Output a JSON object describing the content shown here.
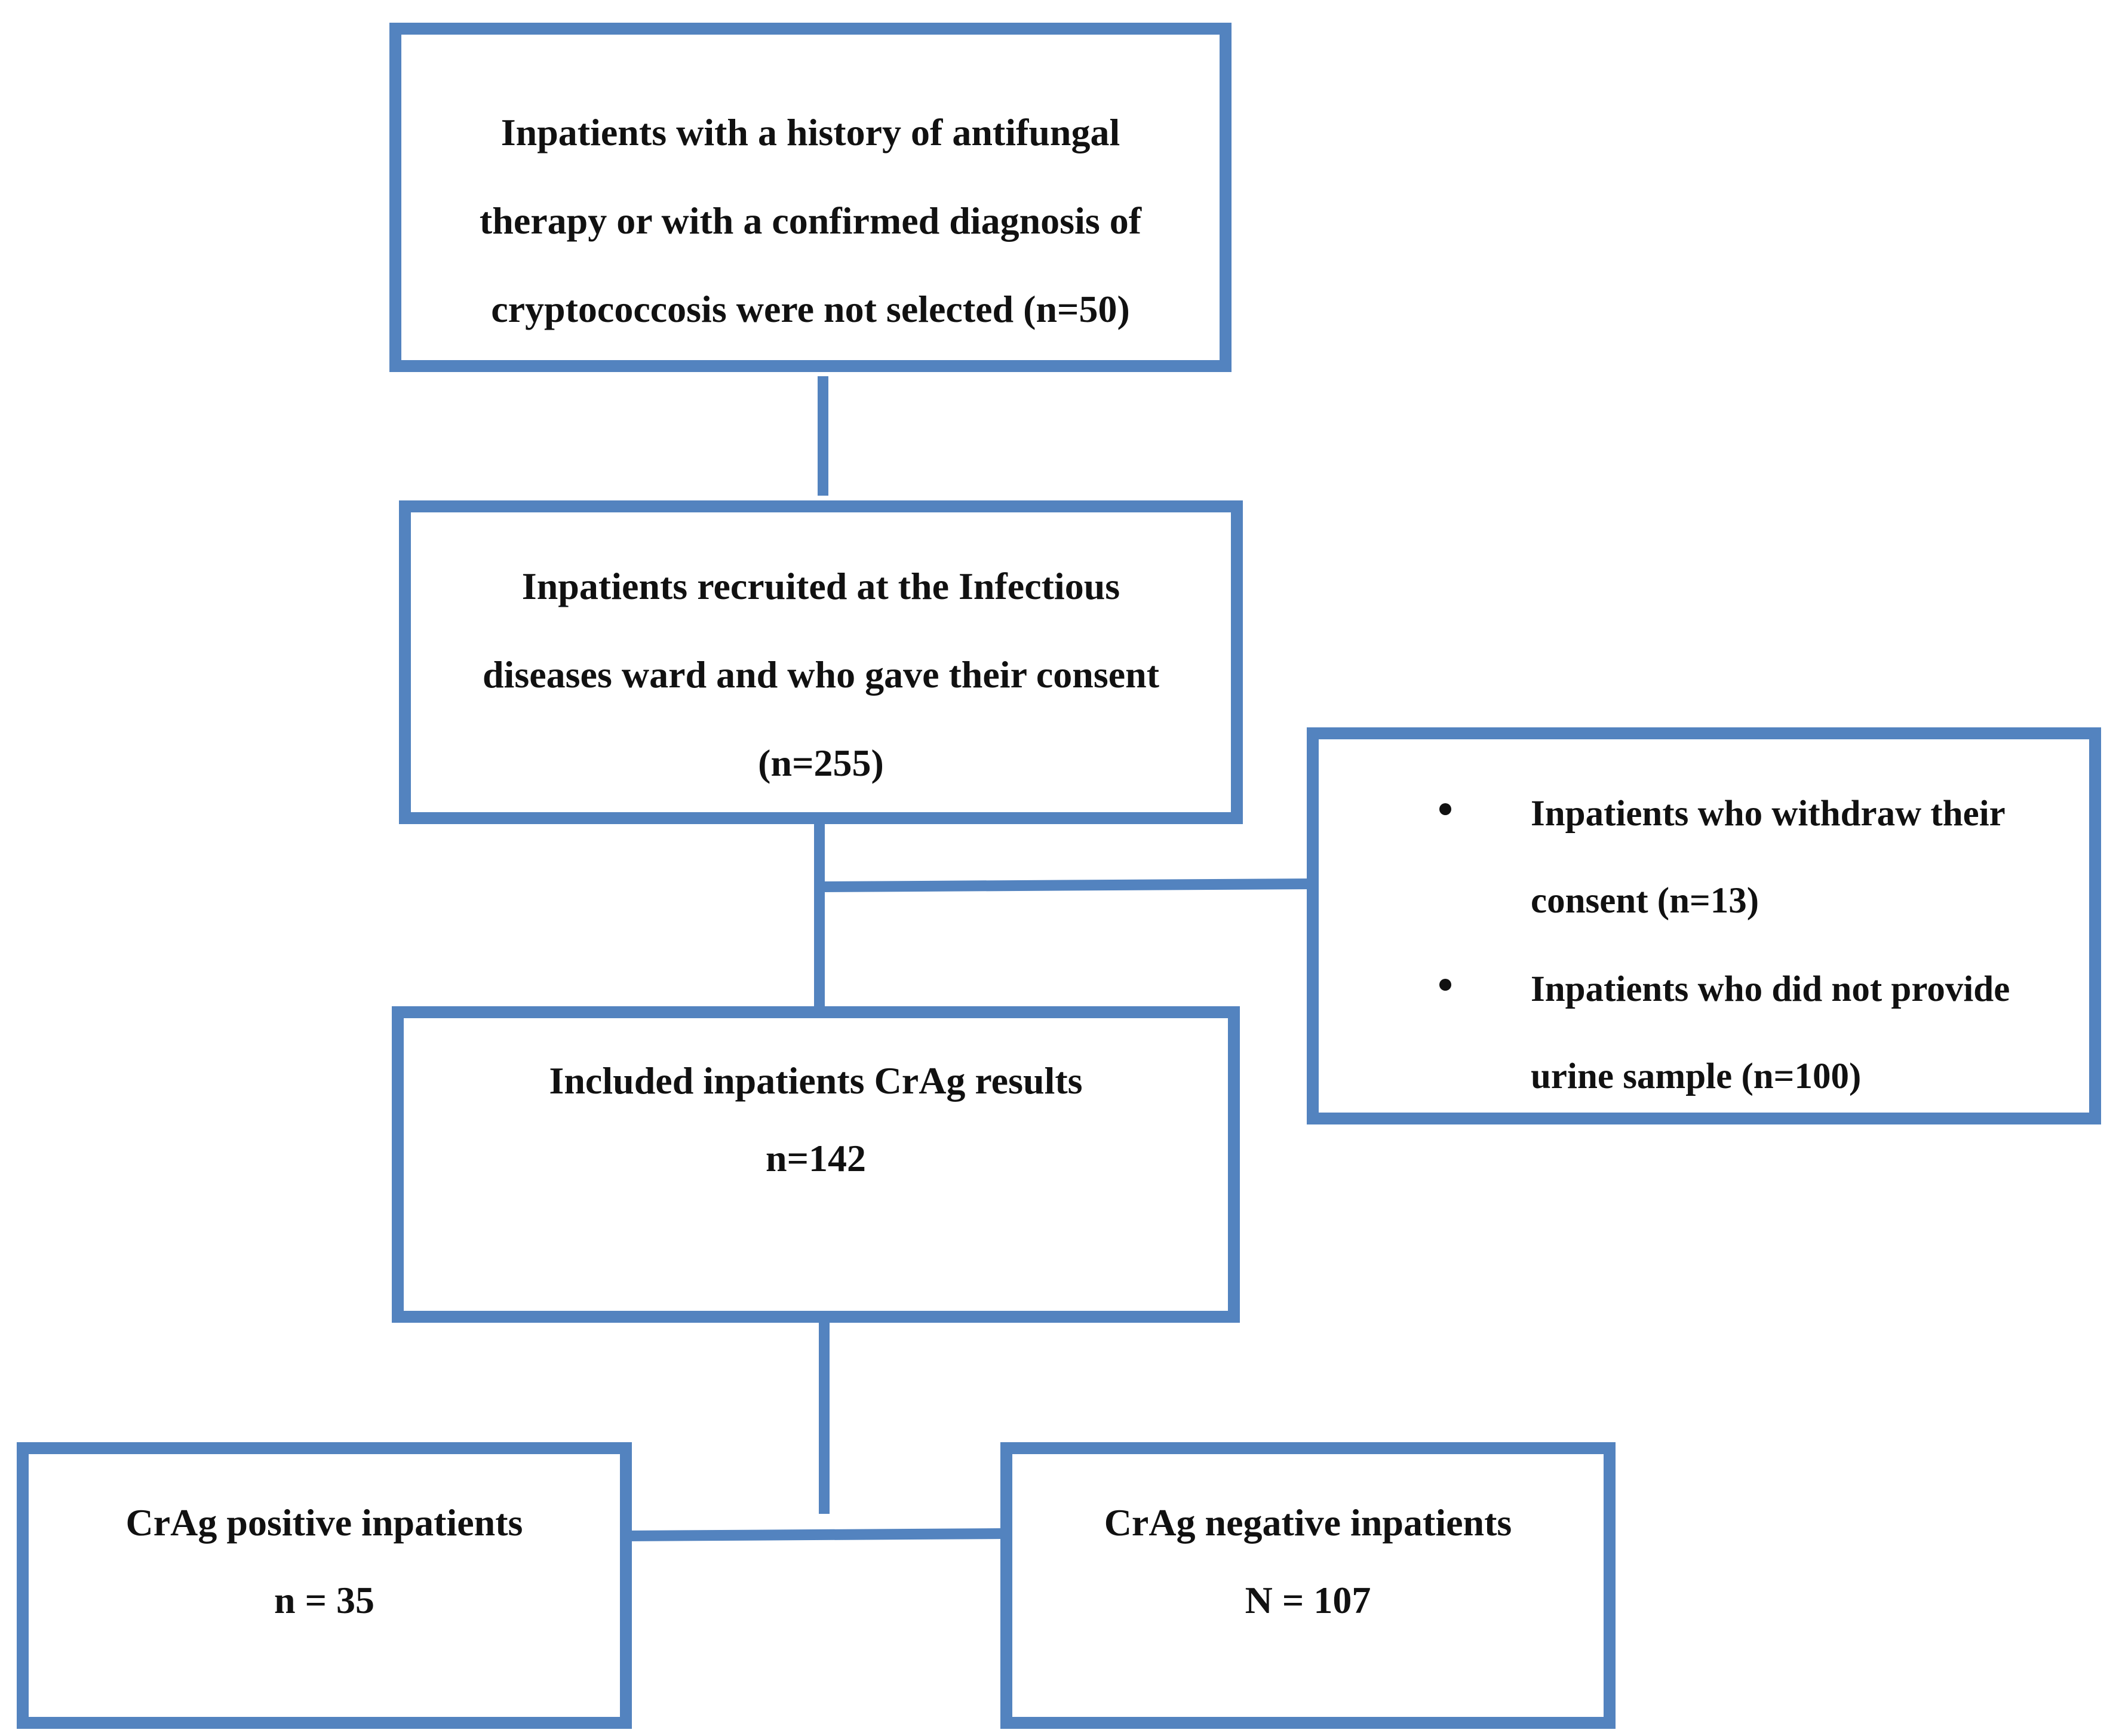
{
  "nodes": {
    "excluded_history": {
      "lines": [
        "Inpatients with a history of antifungal",
        "therapy or with a confirmed diagnosis of",
        "cryptococcosis were not selected (n=50)"
      ]
    },
    "recruited": {
      "lines": [
        "Inpatients recruited at the Infectious",
        "diseases ward and who gave their consent",
        "(n=255)"
      ]
    },
    "withdrawn": {
      "items": [
        {
          "lines": [
            "Inpatients who withdraw their",
            "consent (n=13)"
          ]
        },
        {
          "lines": [
            "Inpatients who did not provide",
            "urine sample (n=100)"
          ]
        }
      ]
    },
    "included": {
      "lines": [
        "Included inpatients CrAg results",
        "n=142"
      ]
    },
    "positive": {
      "lines": [
        "CrAg positive inpatients",
        "n = 35"
      ]
    },
    "negative": {
      "lines": [
        "CrAg negative inpatients",
        "N = 107"
      ]
    }
  },
  "colors": {
    "border": "#5383bf",
    "text": "#111111",
    "background": "#ffffff"
  }
}
